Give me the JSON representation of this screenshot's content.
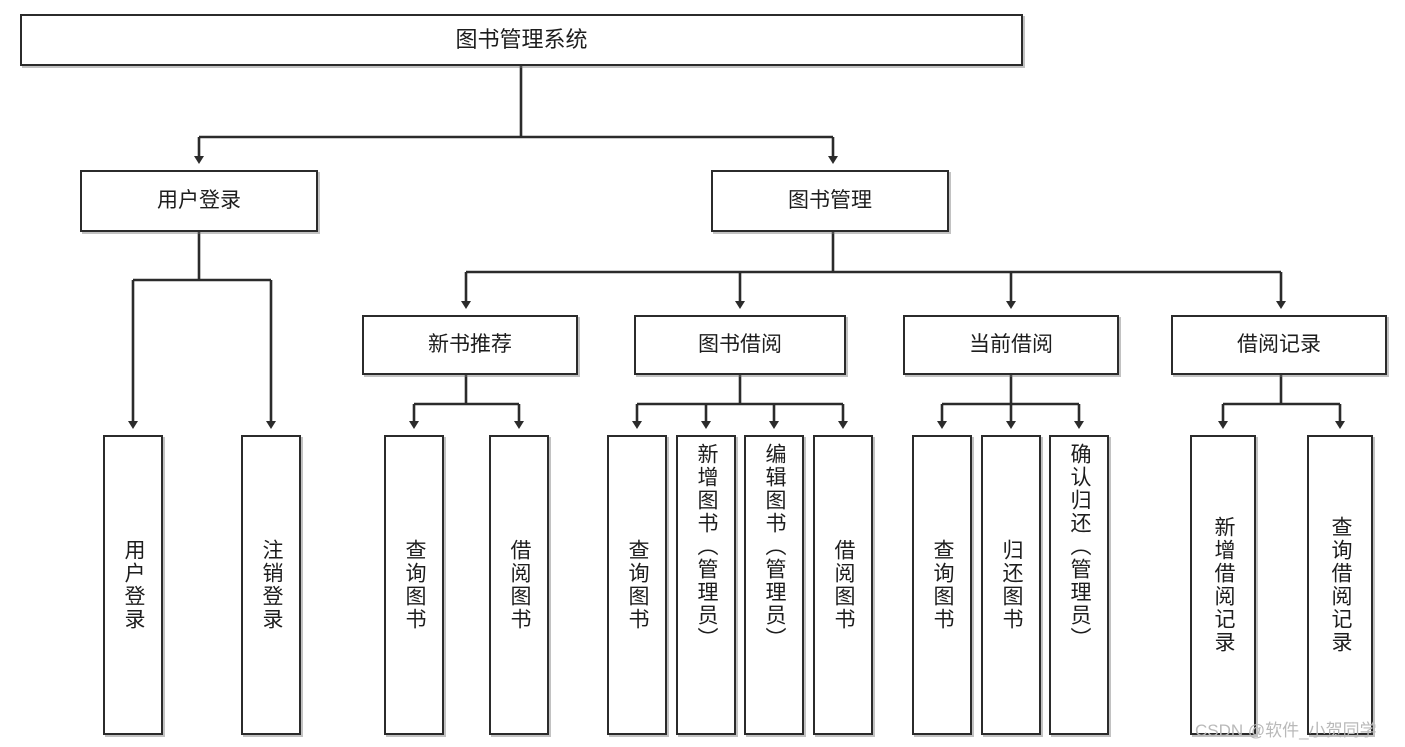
{
  "diagram": {
    "title": "图书管理系统",
    "type": "hierarchy-tree",
    "root": {
      "label": "图书管理系统"
    },
    "level1": [
      {
        "label": "用户登录"
      },
      {
        "label": "图书管理"
      }
    ],
    "level2": [
      {
        "label": "新书推荐"
      },
      {
        "label": "图书借阅"
      },
      {
        "label": "当前借阅"
      },
      {
        "label": "借阅记录"
      }
    ],
    "leaves": {
      "user_login": [
        {
          "label": "用户登录"
        },
        {
          "label": "注销登录"
        }
      ],
      "new_book_recommend": [
        {
          "label": "查询图书"
        },
        {
          "label": "借阅图书"
        }
      ],
      "book_borrow": [
        {
          "label": "查询图书"
        },
        {
          "label": "新增图书（管理员）"
        },
        {
          "label": "编辑图书（管理员）"
        },
        {
          "label": "借阅图书"
        }
      ],
      "current_borrow": [
        {
          "label": "查询图书"
        },
        {
          "label": "归还图书"
        },
        {
          "label": "确认归还（管理员）"
        }
      ],
      "borrow_record": [
        {
          "label": "新增借阅记录"
        },
        {
          "label": "查询借阅记录"
        }
      ]
    }
  },
  "watermark": {
    "text": "CSDN @软件_小贺同学"
  },
  "colors": {
    "stroke": "#2b2b2b",
    "fill": "#ffffff",
    "text": "#1d1d1d",
    "watermark": "#b9b9b9"
  }
}
